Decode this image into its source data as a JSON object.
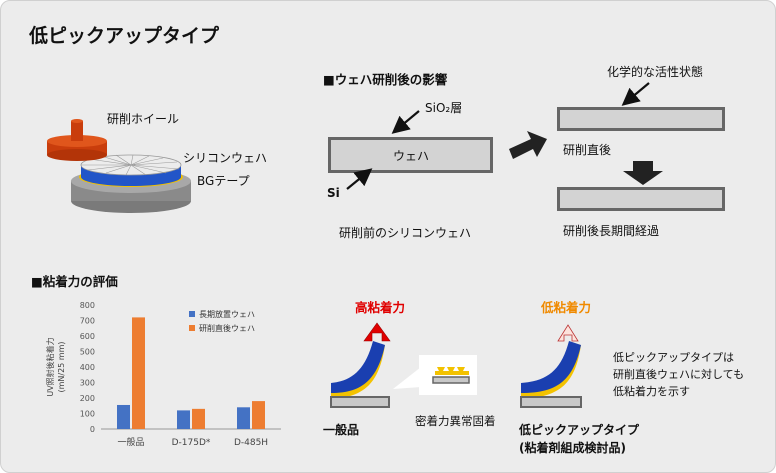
{
  "title": "低ピックアップタイプ",
  "grinder": {
    "wheel_label": "研削ホイール",
    "wafer_label": "シリコンウェハ",
    "tape_label": "BGテープ",
    "colors": {
      "wheel": "#d24a10",
      "wafer_top": "#e9e9e9",
      "wafer_band": "#2255c8",
      "tape": "#f0c000",
      "base": "#888888"
    }
  },
  "effect": {
    "heading": "■ウェハ研削後の影響",
    "sio2_label": "SiO₂層",
    "wafer_label": "ウェハ",
    "si_label": "Si",
    "before_caption": "研削前のシリコンウェハ",
    "active_label": "化学的な活性状態",
    "after_label": "研削直後",
    "long_label": "研削後長期間経過"
  },
  "adhesion": {
    "heading": "■粘着力の評価",
    "high_label": "高粘着力",
    "low_label": "低粘着力",
    "general_label": "一般品",
    "abnormal_label": "密着力異常固着",
    "lowpick_label": "低ピックアップタイプ",
    "lowpick_sub": "(粘着剤組成検討品)",
    "note_lines": [
      "低ピックアップタイプは",
      "研削直後ウェハに対しても",
      "低粘着力を示す"
    ],
    "colors": {
      "high": "#e00000",
      "low": "#f08a00",
      "tape_blue": "#1a3fb0",
      "adhesive": "#f3c200"
    }
  },
  "chart_data": {
    "type": "bar",
    "categories": [
      "一般品",
      "D-175D*",
      "D-485H"
    ],
    "series": [
      {
        "name": "長期放置ウェハ",
        "values": [
          155,
          120,
          140
        ],
        "color": "#4472c4"
      },
      {
        "name": "研削直後ウェハ",
        "values": [
          720,
          130,
          180
        ],
        "color": "#ed7d31"
      }
    ],
    "ylabel": "UV照射後粘着力\n(mN/25 mm)",
    "ylim": [
      0,
      800
    ],
    "yticks": [
      0,
      100,
      200,
      300,
      400,
      500,
      600,
      700,
      800
    ],
    "legend": "top-right",
    "grid": false
  }
}
